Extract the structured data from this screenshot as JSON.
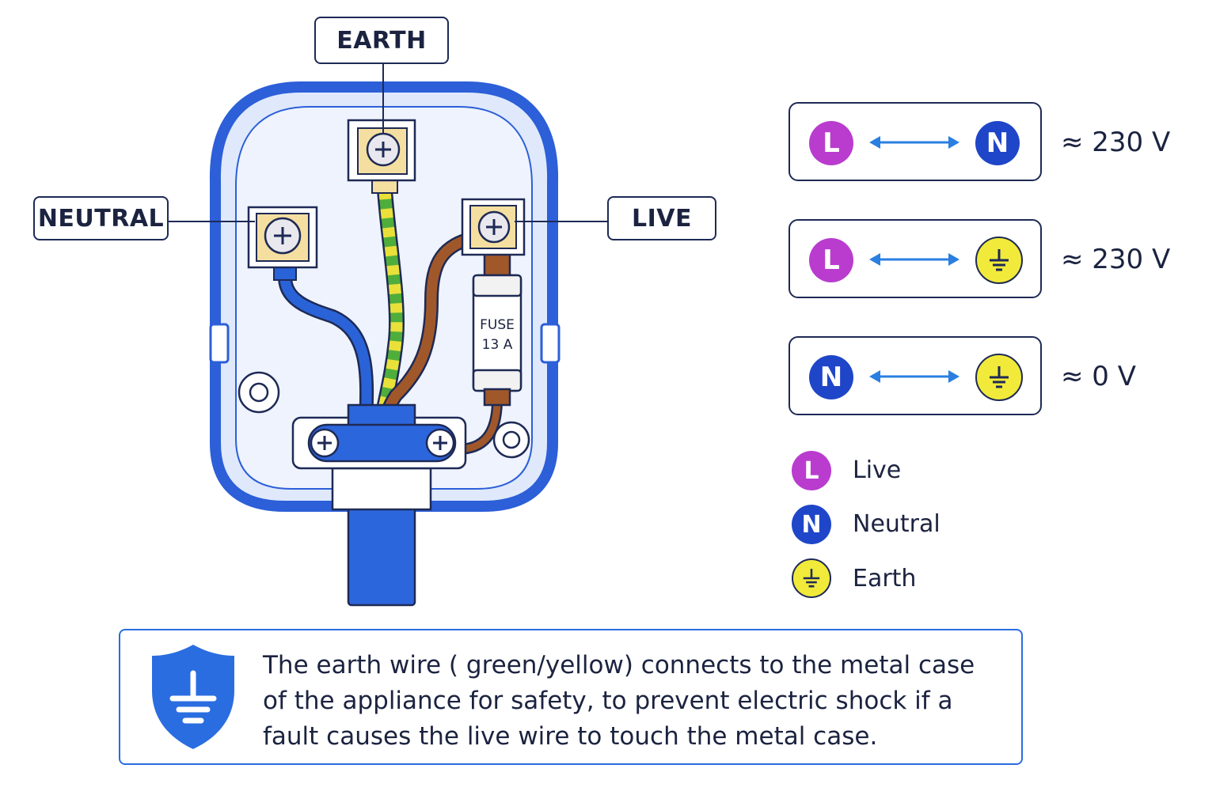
{
  "labels": {
    "earth": "EARTH",
    "neutral": "NEUTRAL",
    "live": "LIVE"
  },
  "fuse": {
    "line1": "FUSE",
    "line2": "13 A"
  },
  "voltage_pairs": [
    {
      "a": "L",
      "b": "N",
      "value": "≈ 230 V"
    },
    {
      "a": "L",
      "b": "earth-symbol",
      "value": "≈ 230 V"
    },
    {
      "a": "N",
      "b": "earth-symbol",
      "value": "≈ 0 V"
    }
  ],
  "legend": [
    {
      "symbol": "L",
      "label": "Live"
    },
    {
      "symbol": "N",
      "label": "Neutral"
    },
    {
      "symbol": "earth-symbol",
      "label": "Earth"
    }
  ],
  "note": {
    "text": "The earth wire ( green/yellow) connects to the metal case of the appliance for safety, to prevent electric shock if a fault causes the live wire to touch the metal case."
  },
  "colors": {
    "live": "#b93ccf",
    "neutral": "#1f46c8",
    "earth": "#f2ea3a",
    "plug_outline": "#2c5fd8",
    "live_wire": "#a0582a",
    "neutral_wire": "#2a63d8",
    "earth_wire_green": "#4fae3b",
    "earth_wire_yellow": "#e9e03a",
    "terminal": "#f5dfa0",
    "arrow": "#2a7fe0",
    "accent": "#2a6de0"
  },
  "icons": {
    "screws": "screw-icon",
    "shield": "shield-earth-icon",
    "earth": "earth-ground-icon"
  }
}
